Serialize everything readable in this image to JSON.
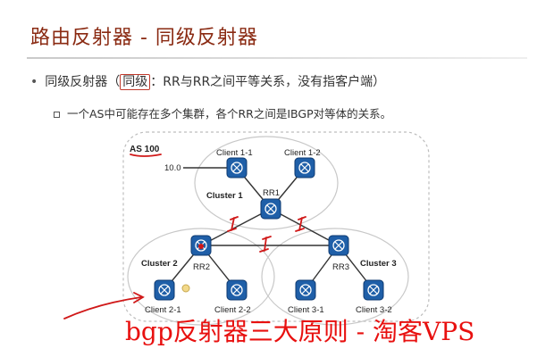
{
  "title": "路由反射器 - 同级反射器",
  "bullet1": {
    "prefix": "同级反射器（",
    "highlight": "同级",
    "suffix": "：RR与RR之间平等关系，没有指客户端）"
  },
  "bullet2": "一个AS中可能存在多个集群，各个RR之间是IBGP对等体的关系。",
  "diagram": {
    "as_label": "AS 100",
    "prefix_label": "10.0",
    "clusters": [
      "Cluster 1",
      "Cluster 2",
      "Cluster 3"
    ],
    "routers": {
      "rr1": "RR1",
      "rr2": "RR2",
      "rr3": "RR3",
      "c11": "Client 1-1",
      "c12": "Client 1-2",
      "c21": "Client 2-1",
      "c22": "Client 2-2",
      "c31": "Client 3-1",
      "c32": "Client 3-2"
    }
  },
  "watermark": "bgp反射器三大原则 - 淘客VPS",
  "colors": {
    "title": "#8a2a12",
    "router_fill": "#1f5fa8",
    "annotation_red": "#d01818",
    "watermark": "#e8100f"
  }
}
